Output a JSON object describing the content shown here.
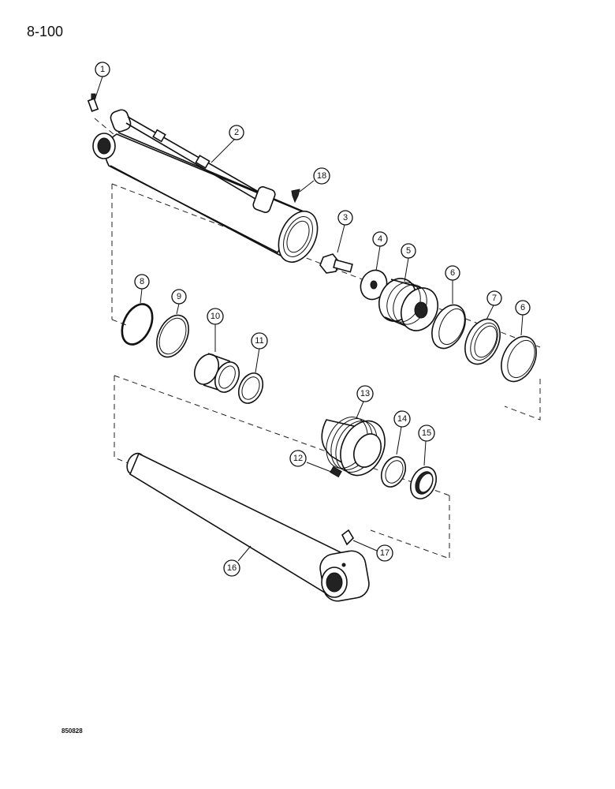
{
  "page": {
    "number": "8-100",
    "drawing_code": "850828"
  },
  "callouts": {
    "c1": "1",
    "c2": "2",
    "c3": "3",
    "c4": "4",
    "c5": "5",
    "c6a": "6",
    "c6b": "6",
    "c7": "7",
    "c8": "8",
    "c9": "9",
    "c10": "10",
    "c11": "11",
    "c12": "12",
    "c13": "13",
    "c14": "14",
    "c15": "15",
    "c16": "16",
    "c17": "17",
    "c18": "18"
  }
}
